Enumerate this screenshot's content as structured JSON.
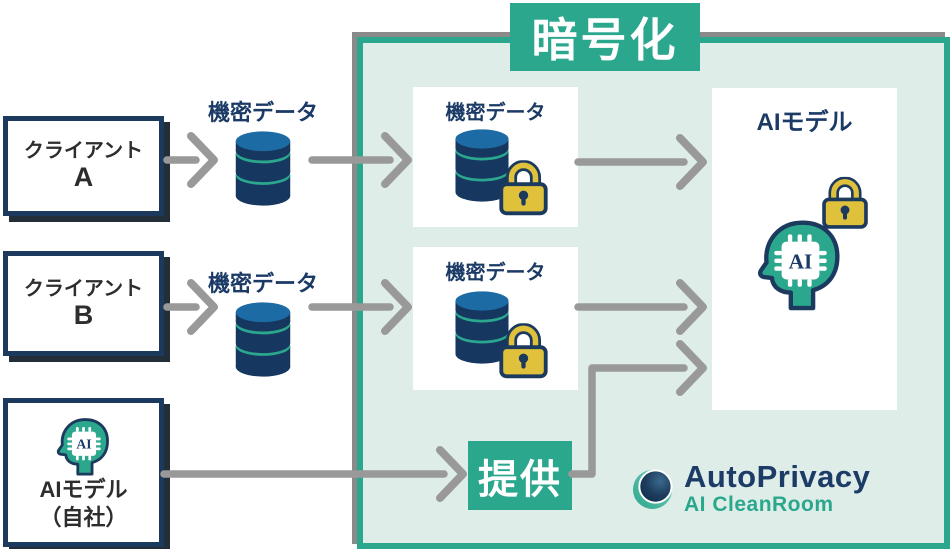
{
  "colors": {
    "teal": "#2BA78E",
    "mint": "#DFEDE8",
    "navy_border": "#1B3A5E",
    "navy_text": "#1B3A66",
    "dark_text": "#2D2D2D",
    "arrow_gray": "#999999",
    "zone_shadow_gray": "#8A8A8A",
    "lock_yellow": "#E0C13C",
    "database_blue": "#1C6BA4"
  },
  "encryption_zone": {
    "title": "暗号化"
  },
  "clients": [
    {
      "line1": "クライアント",
      "line2": "A"
    },
    {
      "line1": "クライアント",
      "line2": "B"
    }
  ],
  "company_model": {
    "line1": "AIモデル",
    "line2": "（自社）"
  },
  "confidential_circles": [
    {
      "label": "機密データ"
    },
    {
      "label": "機密データ"
    }
  ],
  "encrypted_boxes": [
    {
      "label": "機密データ"
    },
    {
      "label": "機密データ"
    }
  ],
  "ai_model_box": {
    "label": "AIモデル"
  },
  "ai_chip_text": "AI",
  "provide_button": {
    "label": "提供"
  },
  "logo": {
    "name": "AutoPrivacy",
    "subtitle": "AI CleanRoom"
  }
}
